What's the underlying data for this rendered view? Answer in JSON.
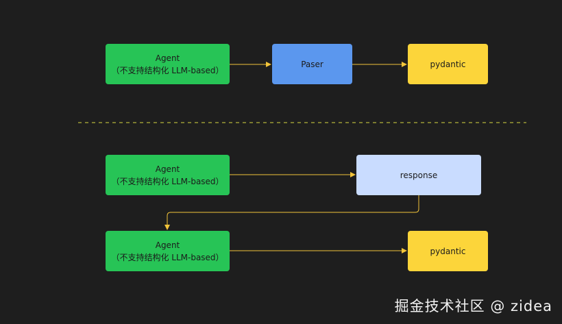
{
  "colors": {
    "background": "#1e1e1e",
    "agent": "#27c456",
    "parser": "#5b97ee",
    "pydantic": "#fcd53a",
    "response": "#c9dcff",
    "edge": "#f2c43a",
    "divider": "#b3b33a"
  },
  "top_flow": {
    "agent": {
      "line1": "Agent",
      "line2": "（不支持结构化 LLM-based）"
    },
    "parser": {
      "label": "Paser"
    },
    "pydantic": {
      "label": "pydantic"
    }
  },
  "bottom_flow": {
    "agent_1": {
      "line1": "Agent",
      "line2": "（不支持结构化 LLM-based）"
    },
    "response": {
      "label": "response"
    },
    "agent_2": {
      "line1": "Agent",
      "line2": "（不支持结构化 LLM-based）"
    },
    "pydantic": {
      "label": "pydantic"
    }
  },
  "watermark": "掘金技术社区 @ zidea"
}
